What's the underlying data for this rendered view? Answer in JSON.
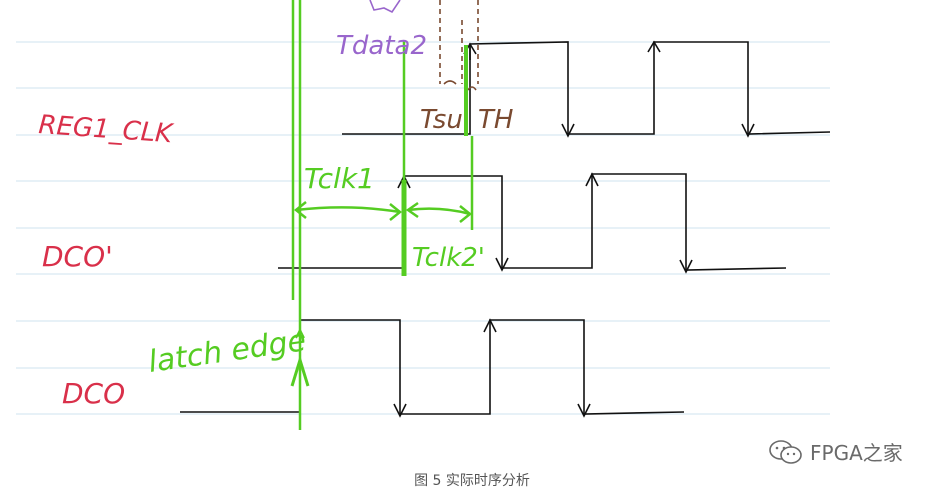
{
  "signals": [
    {
      "label": "REG1_CLK",
      "color": "#d9304a"
    },
    {
      "label": "DCO'",
      "color": "#d9304a"
    },
    {
      "label": "DCO",
      "color": "#d9304a"
    }
  ],
  "annotations": {
    "tdata2": "Tdata2",
    "tsu": "Tsu",
    "th": "TH",
    "tclk1": "Tclk1",
    "tclk2": "Tclk2'",
    "latch_edge": "latch edge"
  },
  "colors": {
    "grid_line": "#cfe3ef",
    "waveform": "#111111",
    "green_marker": "#55cc22",
    "purple_text": "#9966cc",
    "brown_marker": "#7a4a30",
    "label_red": "#d9304a"
  },
  "caption": "图 5 实际时序分析",
  "watermark": {
    "text": "FPGA之家",
    "icon": "wechat-icon"
  }
}
